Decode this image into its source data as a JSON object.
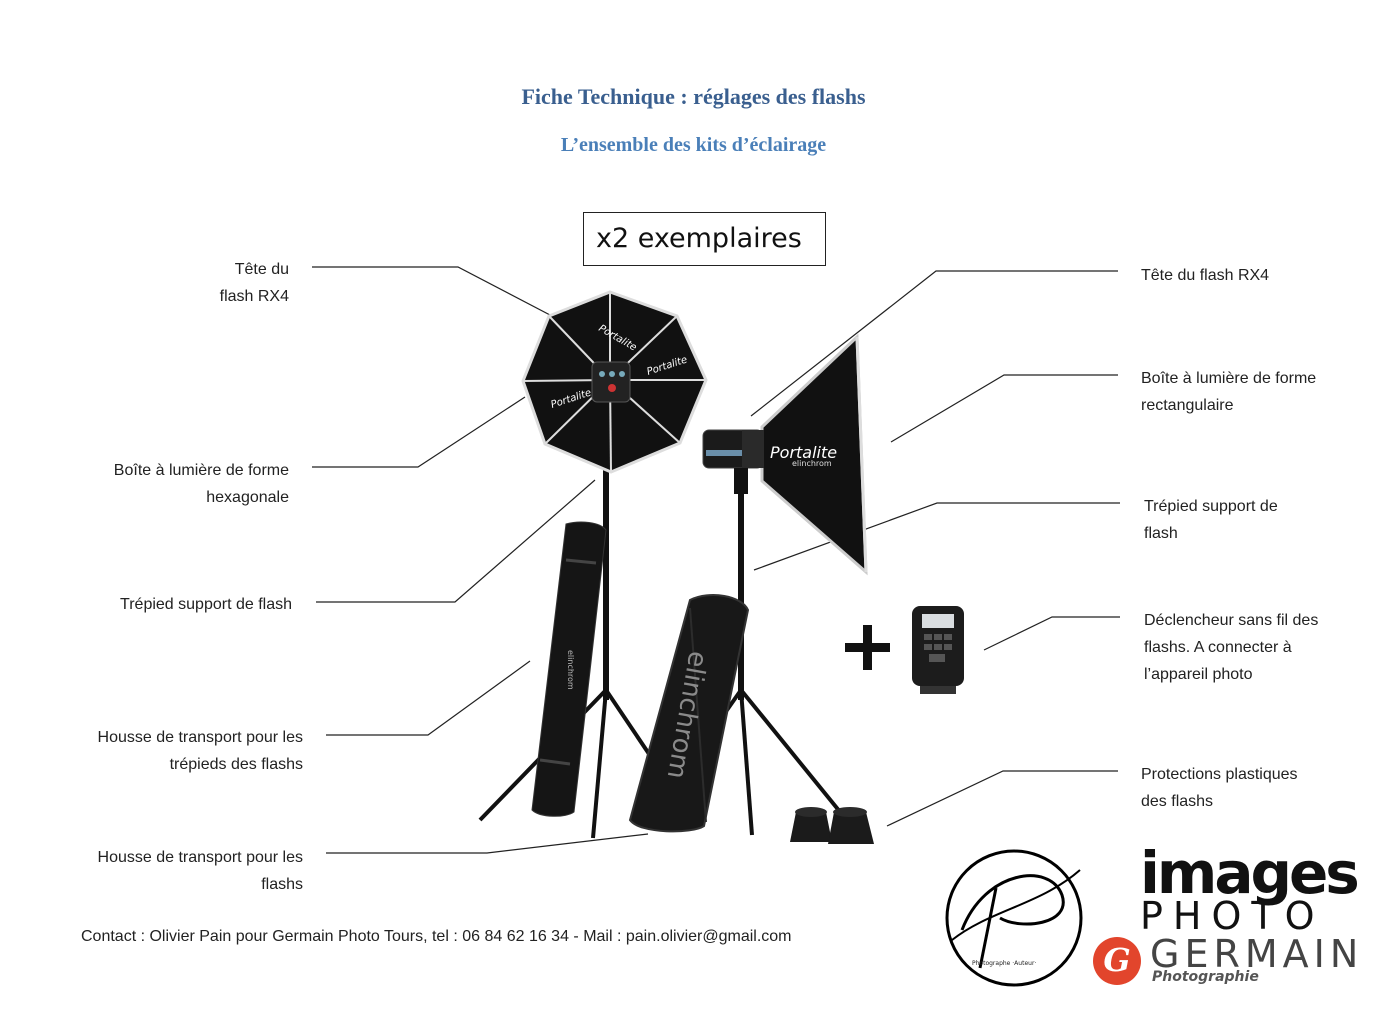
{
  "header": {
    "title": "Fiche Technique : réglages des flashs",
    "subtitle": "L’ensemble des kits d’éclairage",
    "copies_label": "x2 exemplaires"
  },
  "labels": {
    "left_head": "Tête du\nflash RX4",
    "left_softbox": "Boîte à lumière de forme\nhexagonale",
    "left_tripod": "Trépied support de flash",
    "left_bag_tripods": "Housse de transport pour les\ntrépieds des flashs",
    "left_bag_flashes": "Housse de transport pour les\nflashs",
    "right_head": "Tête du flash RX4",
    "right_softbox": "Boîte à lumière de forme\nrectangulaire",
    "right_tripod": "Trépied support de\nflash",
    "right_trigger": "Déclencheur sans fil des\nflashs. A connecter à\nl’appareil photo",
    "right_caps": "Protections plastiques\ndes flashs"
  },
  "product_text": {
    "octa_brand_1": "Portalite",
    "octa_brand_2": "Portalite",
    "octa_brand_3": "Portalite",
    "box_brand": "Portalite",
    "box_maker": "elinchrom",
    "bag_brand": "elinchrom",
    "tripod_bag_brand": "elinchrom"
  },
  "contact": "Contact : Olivier Pain pour Germain Photo Tours, tel : 06 84 62 16 34 - Mail : pain.olivier@gmail.com",
  "logos": {
    "signature_caption": "Photographe ·Auteur·",
    "images": "images",
    "photo": "PHOTO",
    "g": "G",
    "germain": "GERMAIN",
    "photographie": "Photographie"
  },
  "colors": {
    "title": "#3a5f8f",
    "subtitle": "#4a7fb8",
    "g_badge": "#e2452c"
  }
}
